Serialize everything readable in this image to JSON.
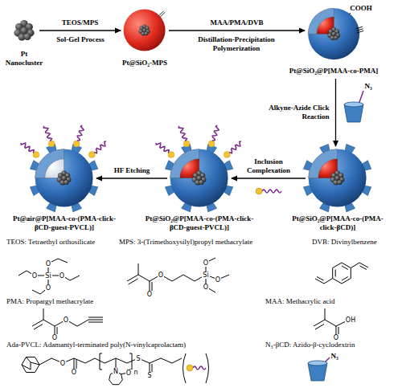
{
  "diagram": {
    "nodes": [
      {
        "text": [
          "Pt Nanocluster"
        ]
      },
      {
        "text": [
          "Pt@SiO₂-MPS"
        ]
      },
      {
        "text": [
          "Pt@SiO₂@P[MAA-co-PMA]"
        ]
      },
      {
        "text": [
          "Pt@SiO₂@P[MAA-co-(PMA-click-βCD)]"
        ]
      },
      {
        "text": [
          "Pt@SiO₂@P[MAA-co-(PMA-click-βCD-guest-PVCL)]"
        ]
      },
      {
        "text": [
          "Pt@air@P[MAA-co-(PMA-click-βCD-guest-PVCL)]"
        ]
      }
    ],
    "edges": [
      {
        "from": 0,
        "to": 1,
        "arrow": "to",
        "label": "TEOS/MPS"
      },
      {
        "from": 1,
        "to": 2,
        "arrow": "to",
        "label": "MAA/PMA/DVB"
      },
      {
        "from": 2,
        "to": 3,
        "arrow": "to",
        "label": "Alkyne-Azide Click Reaction"
      },
      {
        "from": 3,
        "to": 4,
        "arrow": "to",
        "label": "Inclusion Complexation"
      },
      {
        "from": 4,
        "to": 5,
        "arrow": "to",
        "label": "HF Etching"
      }
    ],
    "labels": [
      "Sol-Gel Process",
      "Distillation-Precipitation Polymerization",
      "COOH",
      "N₃",
      "TEOS: Tetraethyl orthosilicate",
      "MPS: 3-(Trimethoxysilyl)propyl methacrylate",
      "DVB: Divinylbenzene",
      "PMA: Propargyl methacrylate",
      "MAA: Methacrylic acid",
      "Ada-PVCL: Adamantyl-terminated poly(N-vinylcaprolactam)",
      "N₃-βCD: Azido-β-cyclodextrin",
      "N₃",
      "O",
      "O",
      "Si",
      "O",
      "O",
      "O",
      "O",
      "Si",
      "O",
      "O",
      "O",
      "O",
      "O",
      "O",
      "OH",
      "O",
      "O",
      "N",
      "O",
      "n",
      "S",
      "S"
    ]
  }
}
